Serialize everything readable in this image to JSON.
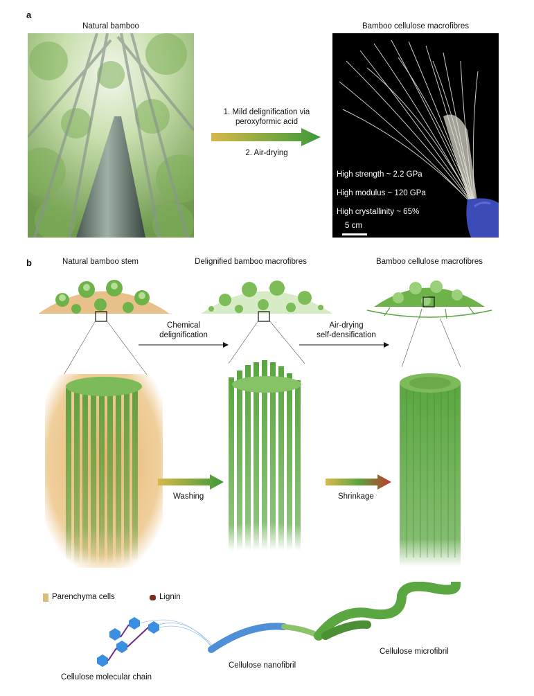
{
  "panel_a": {
    "letter": "a",
    "left_title": "Natural bamboo",
    "right_title": "Bamboo cellulose macrofibres",
    "step1": "1. Mild delignification via",
    "step1b": "peroxyformic acid",
    "step2": "2. Air-drying",
    "props": [
      "High strength ~ 2.2 GPa",
      "High modulus ~ 120 GPa",
      "High crystallinity ~ 65%"
    ],
    "scale": "5 cm"
  },
  "panel_b": {
    "letter": "b",
    "titles": [
      "Natural bamboo stem",
      "Delignified bamboo macrofibres",
      "Bamboo cellulose macrofibres"
    ],
    "arrow1_line1": "Chemical",
    "arrow1_line2": "delignification",
    "arrow2_line1": "Air-drying",
    "arrow2_line2": "self-densification",
    "washing": "Washing",
    "shrinkage": "Shrinkage",
    "legend": [
      "Parenchyma cells",
      "Lignin"
    ],
    "hierarchy": [
      "Cellulose molecular chain",
      "Cellulose nanofibril",
      "Cellulose microfibril"
    ]
  },
  "colors": {
    "green": "#5aa640",
    "light_green": "#9ccf7a",
    "orange": "#e8b880",
    "blue": "#4f8fd6"
  }
}
